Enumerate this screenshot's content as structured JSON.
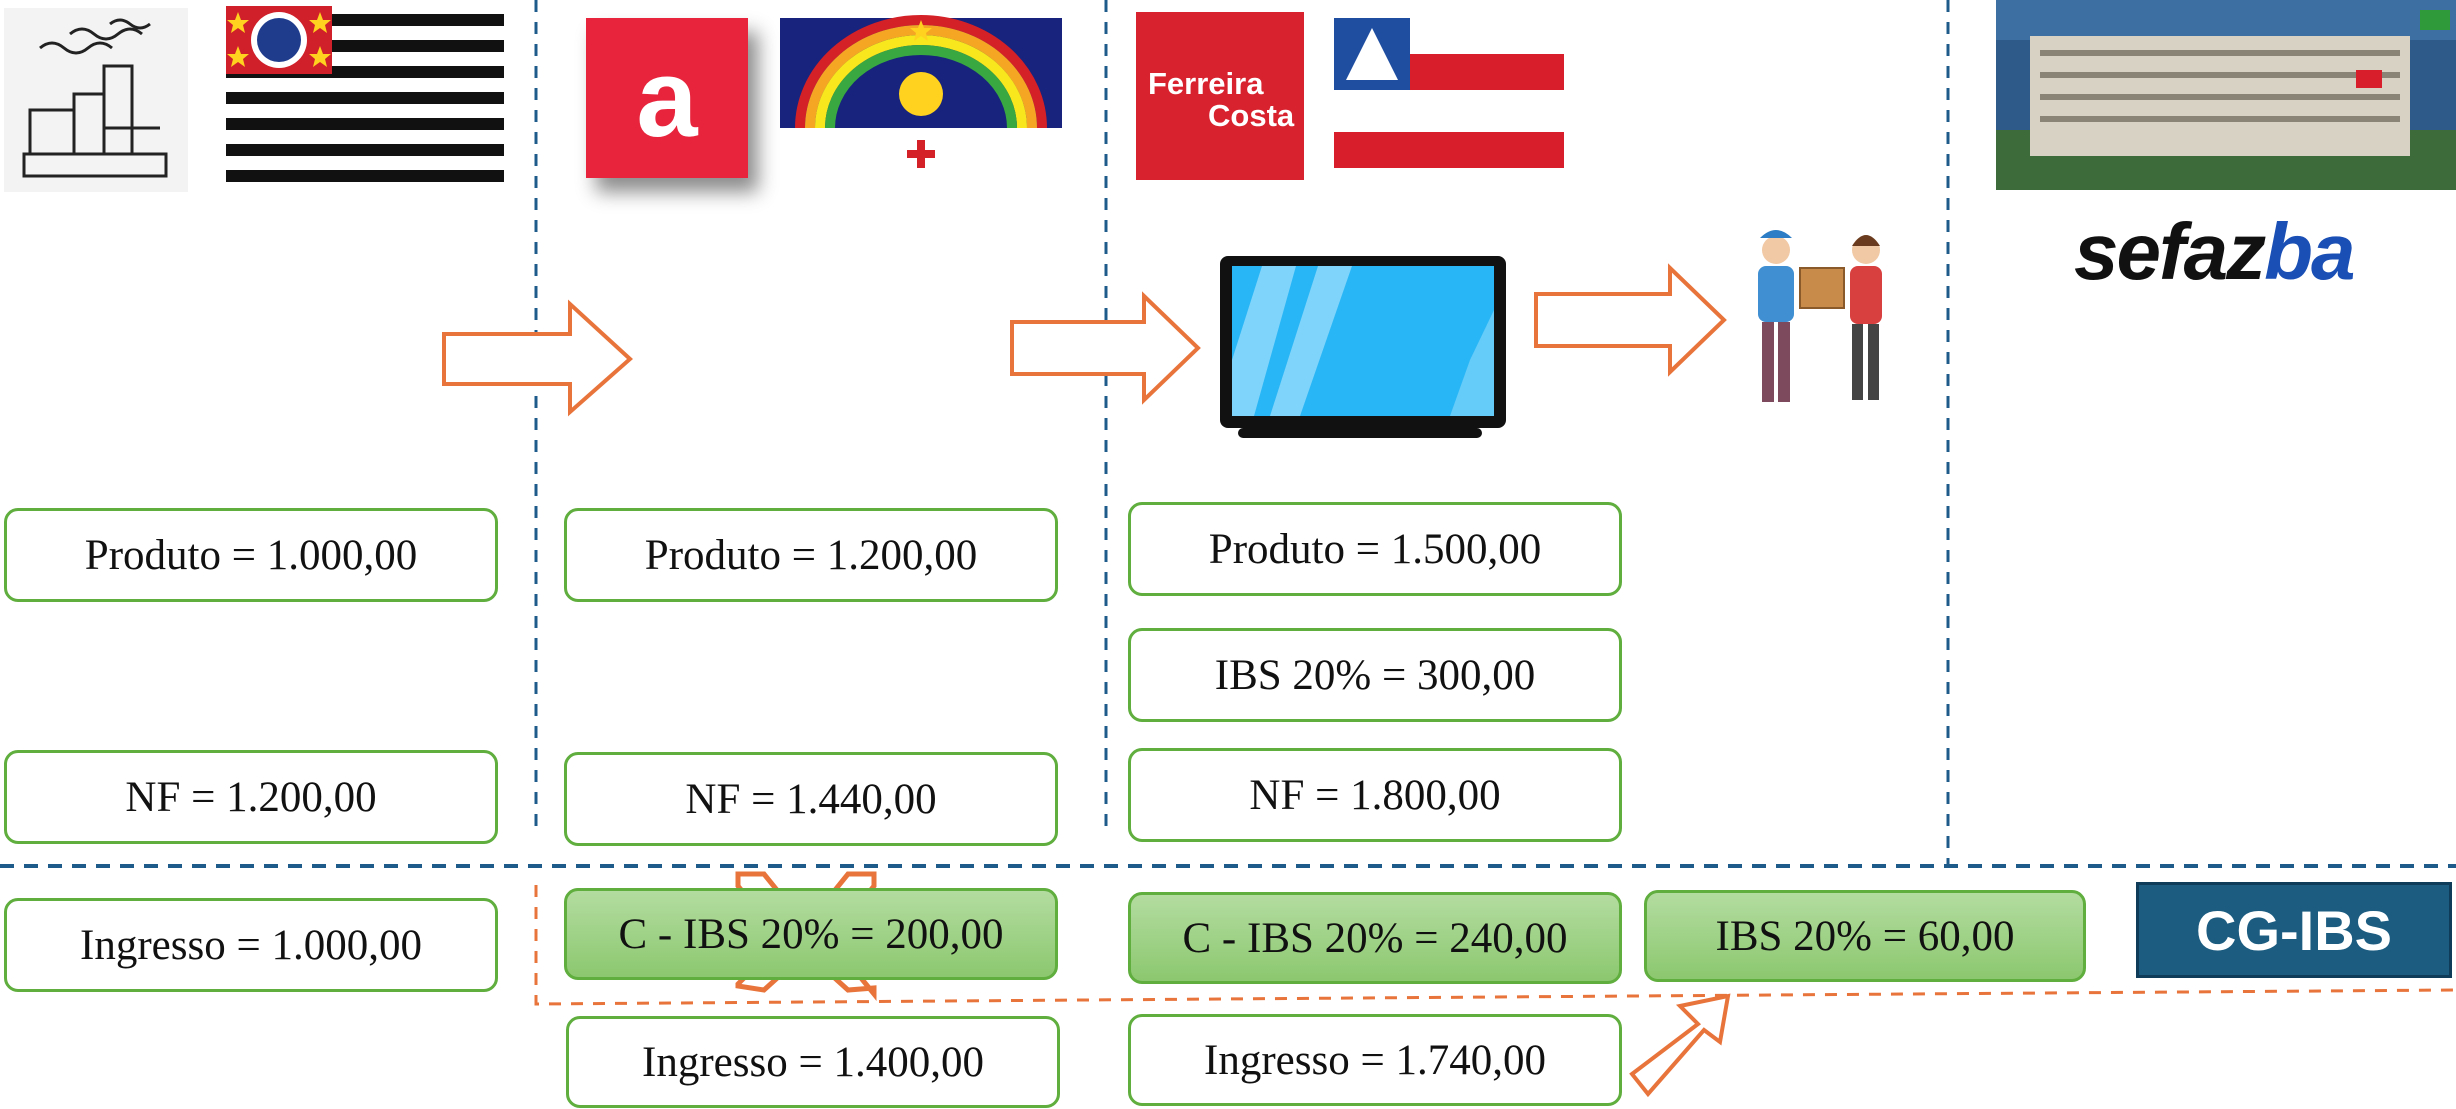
{
  "logos": {
    "loja_letter": "a",
    "ferreira_line1": "Ferreira",
    "ferreira_line2": "Costa",
    "sefaz_main": "sefaz",
    "sefaz_suffix": "ba"
  },
  "columns": {
    "sp": {
      "produto": "Produto = 1.000,00",
      "nf": "NF = 1.200,00",
      "ingresso": "Ingresso = 1.000,00"
    },
    "pe": {
      "produto": "Produto = 1.200,00",
      "nf": "NF = 1.440,00",
      "credito": "C - IBS 20% = 200,00",
      "ingresso": "Ingresso = 1.400,00"
    },
    "ba": {
      "produto": "Produto = 1.500,00",
      "ibs": "IBS 20% = 300,00",
      "nf": "NF = 1.800,00",
      "credito": "C - IBS 20% = 240,00",
      "ingresso": "Ingresso = 1.740,00"
    },
    "recolhimento": {
      "ibs": "IBS 20% = 60,00"
    }
  },
  "cg_label": "CG-IBS",
  "colors": {
    "box_border": "#5fae3e",
    "green_fill": "#9fd286",
    "arrow_orange": "#e8743b",
    "dashed_blue": "#1f5b8a",
    "cg_bg": "#1b5c80"
  }
}
